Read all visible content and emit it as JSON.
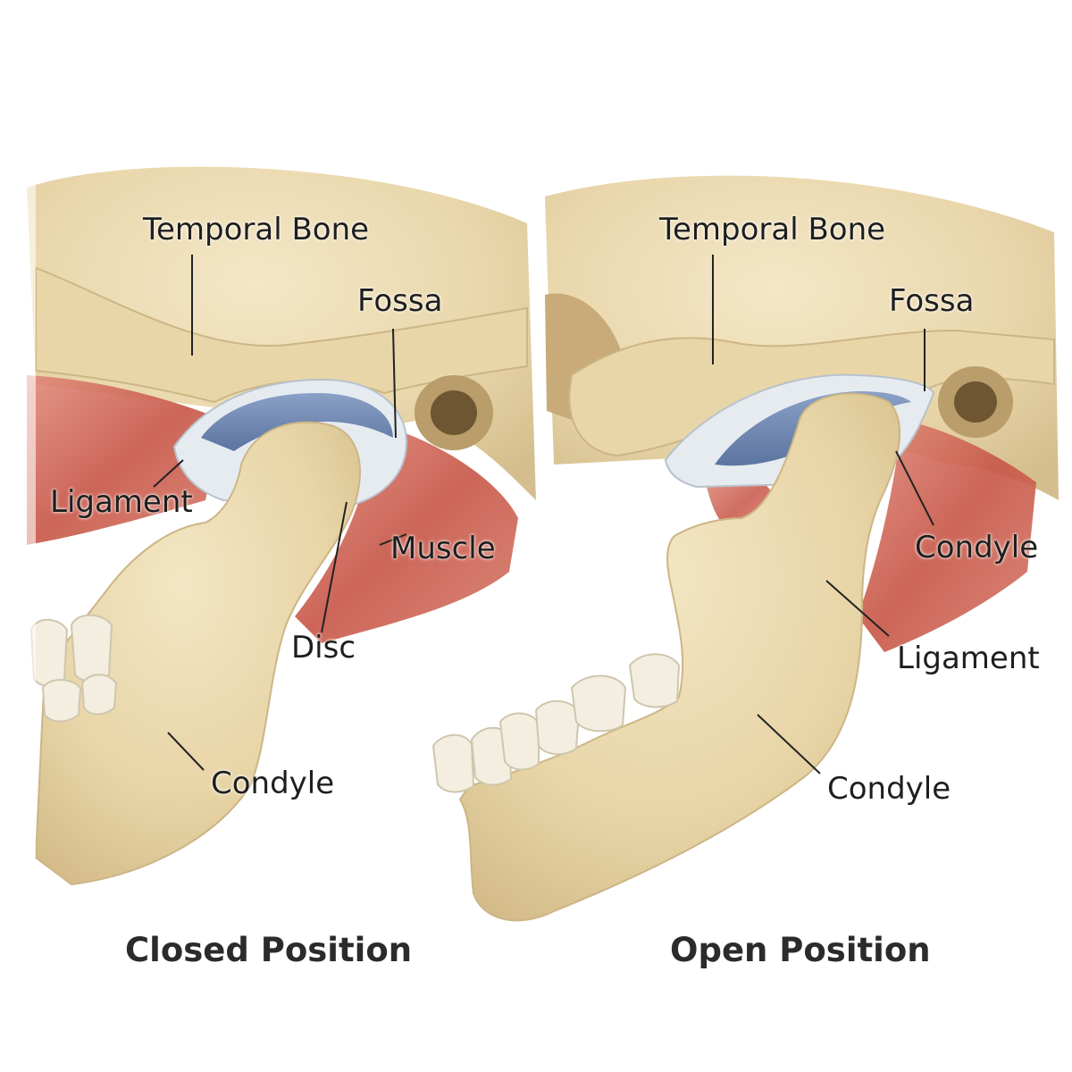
{
  "panels": {
    "closed": {
      "caption": "Closed Position",
      "labels": {
        "temporal_bone": "Temporal Bone",
        "fossa": "Fossa",
        "ligament": "Ligament",
        "muscle": "Muscle",
        "disc": "Disc",
        "condyle": "Condyle"
      }
    },
    "open": {
      "caption": "Open Position",
      "labels": {
        "temporal_bone": "Temporal Bone",
        "fossa": "Fossa",
        "condyle_upper": "Condyle",
        "ligament": "Ligament",
        "condyle_lower": "Condyle"
      }
    }
  },
  "colors": {
    "bone": "#ead9b0",
    "bone_shadow": "#cdb585",
    "disc": "#6f86b0",
    "cartilage": "#e6ebf0",
    "muscle": "#c95a4c",
    "tooth": "#f3eee0",
    "leader_line": "#222222"
  }
}
